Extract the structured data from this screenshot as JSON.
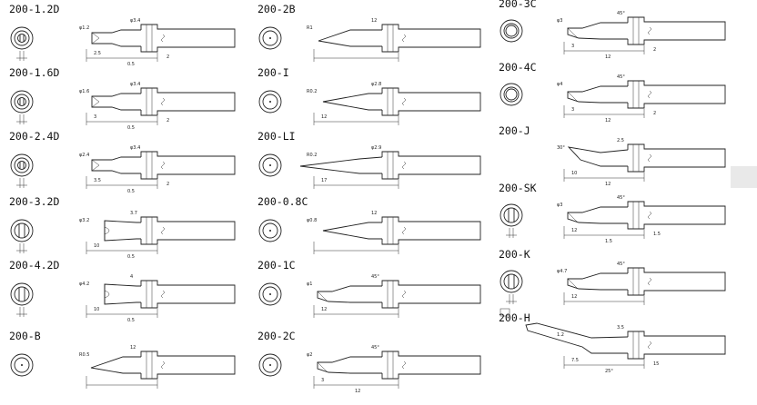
{
  "tips": [
    {
      "id": "r1c1",
      "code": "200-1.2D",
      "face": "chisel",
      "shape": "chisel",
      "dims": [
        "φ1.2",
        "φ3.4",
        "2.5",
        "0.5",
        "2"
      ]
    },
    {
      "id": "r2c1",
      "code": "200-1.6D",
      "face": "chisel",
      "shape": "chisel",
      "dims": [
        "φ1.6",
        "φ3.4",
        "3",
        "0.5",
        "2"
      ]
    },
    {
      "id": "r3c1",
      "code": "200-2.4D",
      "face": "chisel",
      "shape": "chisel",
      "dims": [
        "φ2.4",
        "φ3.4",
        "3.5",
        "0.5",
        "2"
      ]
    },
    {
      "id": "r4c1",
      "code": "200-3.2D",
      "face": "slot",
      "shape": "wide",
      "dims": [
        "φ3.2",
        "3.7",
        "10",
        "0.5"
      ]
    },
    {
      "id": "r5c1",
      "code": "200-4.2D",
      "face": "slot",
      "shape": "wide",
      "dims": [
        "φ4.2",
        "4",
        "10",
        "0.5"
      ]
    },
    {
      "id": "r6c1",
      "code": "200-B",
      "face": "dot",
      "shape": "conical",
      "dims": [
        "R0.5",
        "12"
      ]
    },
    {
      "id": "r1c2",
      "code": "200-2B",
      "face": "dot",
      "shape": "conical",
      "dims": [
        "R1",
        "12"
      ]
    },
    {
      "id": "r2c2",
      "code": "200-I",
      "face": "dot",
      "shape": "taper",
      "dims": [
        "R0.2",
        "φ2.8",
        "12"
      ]
    },
    {
      "id": "r3c2",
      "code": "200-LI",
      "face": "dot",
      "shape": "long",
      "dims": [
        "R0.2",
        "φ2.9",
        "17"
      ]
    },
    {
      "id": "r4c2",
      "code": "200-0.8C",
      "face": "dot",
      "shape": "taper",
      "dims": [
        "φ0.8",
        "12"
      ]
    },
    {
      "id": "r5c2",
      "code": "200-1C",
      "face": "dot",
      "shape": "bevel",
      "dims": [
        "φ1",
        "45°",
        "12"
      ]
    },
    {
      "id": "r6c2",
      "code": "200-2C",
      "face": "dot",
      "shape": "bevel",
      "dims": [
        "φ2",
        "45°",
        "3",
        "12"
      ]
    },
    {
      "id": "r1c3",
      "code": "200-3C",
      "face": "ring",
      "shape": "bevel",
      "dims": [
        "φ3",
        "45°",
        "3",
        "12",
        "2"
      ]
    },
    {
      "id": "r2c3",
      "code": "200-4C",
      "face": "ring",
      "shape": "bevel",
      "dims": [
        "φ4",
        "45°",
        "3",
        "12",
        "2"
      ]
    },
    {
      "id": "r3c3",
      "code": "200-J",
      "face": "none",
      "shape": "knife",
      "dims": [
        "30°",
        "2.5",
        "10",
        "12"
      ]
    },
    {
      "id": "r4c3",
      "code": "200-SK",
      "face": "slot",
      "shape": "bevel",
      "dims": [
        "φ3",
        "45°",
        "12",
        "1.5",
        "1.5"
      ]
    },
    {
      "id": "r5c3",
      "code": "200-K",
      "face": "slot",
      "shape": "bevel",
      "dims": [
        "φ4.7",
        "45°",
        "12"
      ]
    },
    {
      "id": "r6c3",
      "code": "200-H",
      "face": "none",
      "shape": "hook",
      "dims": [
        "1.2",
        "3.5",
        "7.5",
        "25°",
        "15"
      ]
    }
  ]
}
